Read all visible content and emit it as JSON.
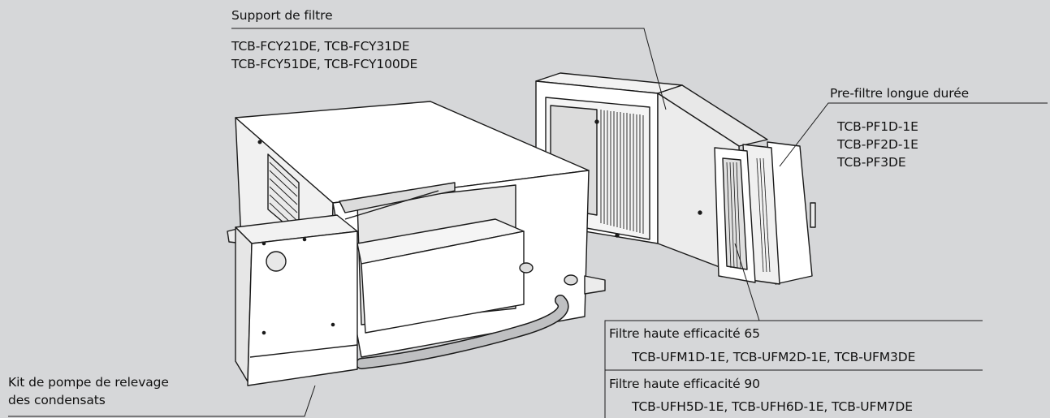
{
  "labels": {
    "filter_support": {
      "title": "Support de filtre",
      "models": [
        "TCB-FCY21DE, TCB-FCY31DE",
        "TCB-FCY51DE, TCB-FCY100DE"
      ]
    },
    "prefilter": {
      "title": "Pre-filtre longue durée",
      "models": [
        "TCB-PF1D-1E",
        "TCB-PF2D-1E",
        "TCB-PF3DE"
      ]
    },
    "hepa65": {
      "title": "Filtre haute efficacité 65",
      "models": "TCB-UFM1D-1E, TCB-UFM2D-1E, TCB-UFM3DE"
    },
    "hepa90": {
      "title": "Filtre haute efficacité 90",
      "models": "TCB-UFH5D-1E, TCB-UFH6D-1E, TCB-UFM7DE"
    },
    "pump_kit": {
      "title_line1": "Kit de pompe de relevage",
      "title_line2": "des condensats"
    }
  },
  "colors": {
    "background": "#d6d7d9",
    "line": "#1a1a1a",
    "unit_face": "#ffffff",
    "unit_shadow": "#bfc0c2"
  }
}
